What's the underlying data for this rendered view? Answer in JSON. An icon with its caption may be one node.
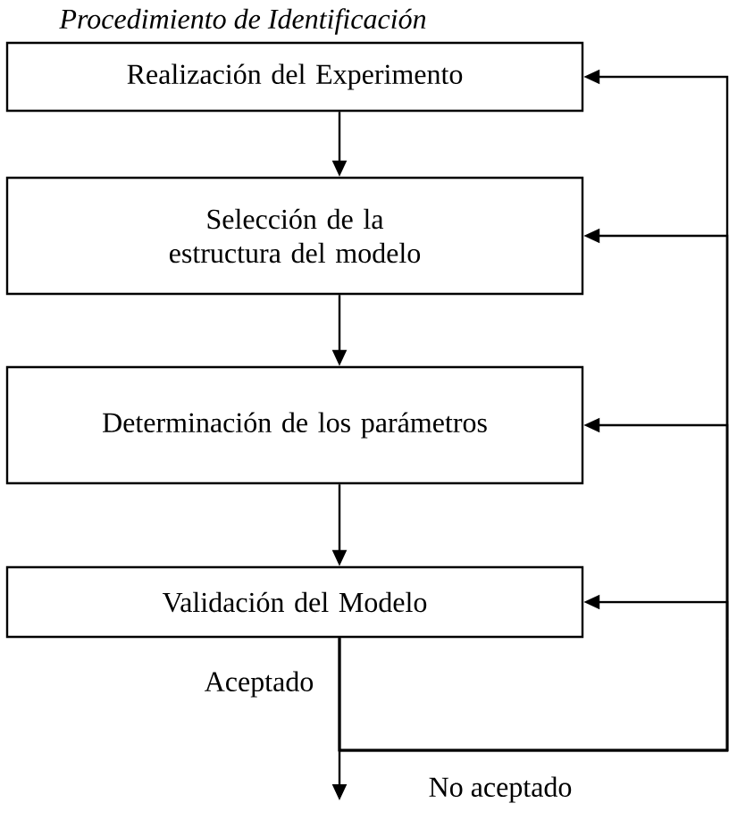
{
  "diagram": {
    "title": "Procedimiento de Identificación",
    "nodes": [
      {
        "text": [
          "Realización del Experimento"
        ]
      },
      {
        "text": [
          "Selección de la estructura del modelo"
        ]
      },
      {
        "text": [
          "Determinación de los parámetros"
        ]
      },
      {
        "text": [
          "Validación del Modelo"
        ]
      }
    ],
    "edges": [
      {
        "from": 0,
        "to": 1,
        "arrow": "to"
      },
      {
        "from": 1,
        "to": 2,
        "arrow": "to"
      },
      {
        "from": 2,
        "to": 3,
        "arrow": "to"
      },
      {
        "from": 3,
        "to": null,
        "arrow": "to",
        "label": "Aceptado"
      },
      {
        "from": 3,
        "to": 0,
        "arrow": "to",
        "label": "No aceptado"
      },
      {
        "from": 3,
        "to": 1,
        "arrow": "to"
      },
      {
        "from": 3,
        "to": 2,
        "arrow": "to"
      },
      {
        "from": 3,
        "to": 3,
        "arrow": "to"
      }
    ]
  }
}
